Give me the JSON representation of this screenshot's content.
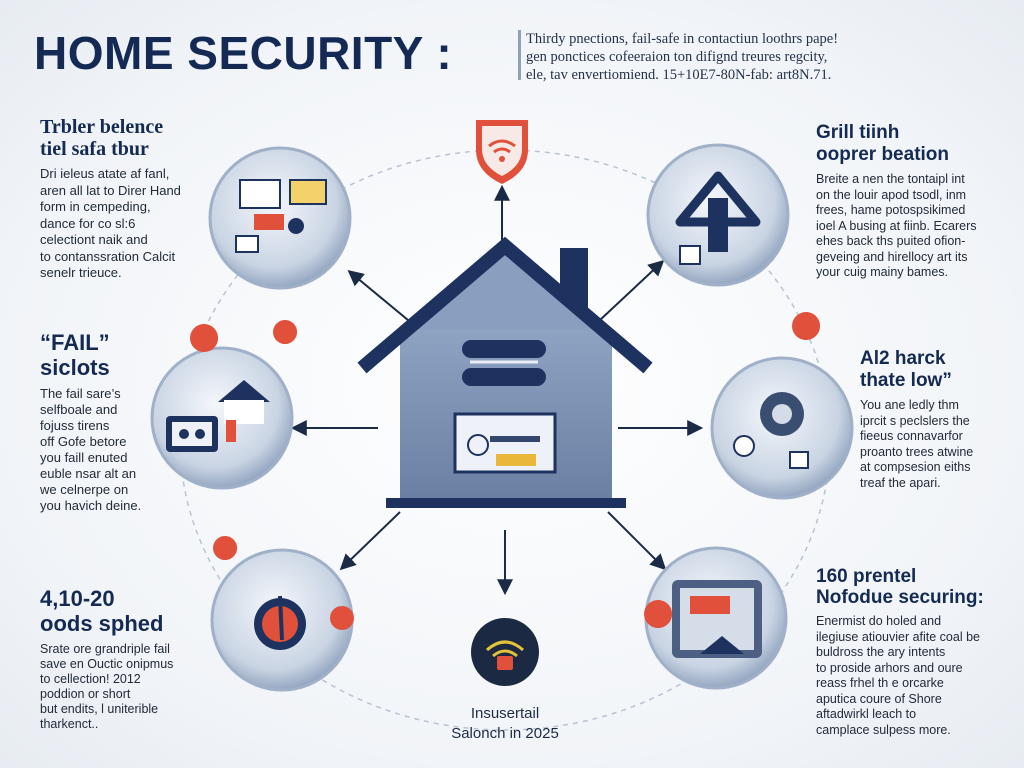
{
  "header": {
    "title": "HOME SECURITY :",
    "subtitle": [
      "Thirdy pnections, fail-safe in contactiun loothrs pape!",
      "gen ponctices cofeeraion ton difignd treures regcity,",
      "ele, tav envertiomiend. 15+10E7-80N-fab: art8N.71."
    ]
  },
  "left_top": {
    "heading": [
      "Trbler belence",
      "tiel safa tbur"
    ],
    "body": [
      "Dri ieleus atate af fanl,",
      "aren all lat to Direr Hand",
      "form in cempeding,",
      "dance for co sl:6",
      "celectiont naik and",
      "to contanssration Calcit",
      "senelr trieuce."
    ]
  },
  "left_mid": {
    "heading": [
      "“FAIL”",
      "siclots"
    ],
    "body": [
      "The fail sare’s",
      "selfboale and",
      "fojuss tirens",
      "off Gofe betore",
      "you faill enuted",
      "euble nsar alt an",
      "we celnerpe on",
      "you havich deine."
    ]
  },
  "left_bottom": {
    "heading": [
      "4,10-20",
      "oods sphed"
    ],
    "body": [
      "Srate ore grandriple fail",
      "save en Ouctic onipmus",
      "to cellection! 2012",
      "poddion or short",
      "but endits, l uniterible",
      "tharkenct.."
    ]
  },
  "right_top": {
    "heading": [
      "Grill tiinh",
      "ooprer beation"
    ],
    "body": [
      "Breite a nen the tontaipl int",
      "on the louir apod tsodl, inm",
      "frees, hame potospsikimed",
      "ioel A busing at fiinb. Ecarers",
      "ehes back ths puited ofion-",
      "geveing and hirellocy art its",
      "your cuig mainy bames."
    ]
  },
  "right_mid": {
    "heading": [
      "Al2 harck",
      "thate low”"
    ],
    "body": [
      "You ane ledly thm",
      "iprcit s peclslers the",
      "fieeus connavarfor",
      "proanto trees atwine",
      "at compsesion eiths",
      "treaf the apari."
    ]
  },
  "right_bottom": {
    "heading": [
      "160 prentel",
      "Nofodue securing:"
    ],
    "body": [
      "Enermist do holed and",
      "ilegiuse atiouvier afite coal be",
      "buldross the ary intents",
      "to proside arhors and oure",
      "reass frhel th e orcarke",
      "aputica coure of Shore",
      "aftadwirkl leach to",
      "camplace sulpess more."
    ]
  },
  "bottom_center": {
    "line1": "Insusertail",
    "line2": "Salonch in 2025"
  },
  "colors": {
    "navy": "#152a52",
    "accent_red": "#e0503a",
    "house_fill": "#7f93b4",
    "ring_outer": "#c5cfdc"
  },
  "icons": [
    "shield-wifi-icon",
    "smart-lock-icon",
    "gear-icon",
    "camera-icon",
    "location-pin-icon",
    "keypad-icon",
    "wifi-lock-icon"
  ]
}
